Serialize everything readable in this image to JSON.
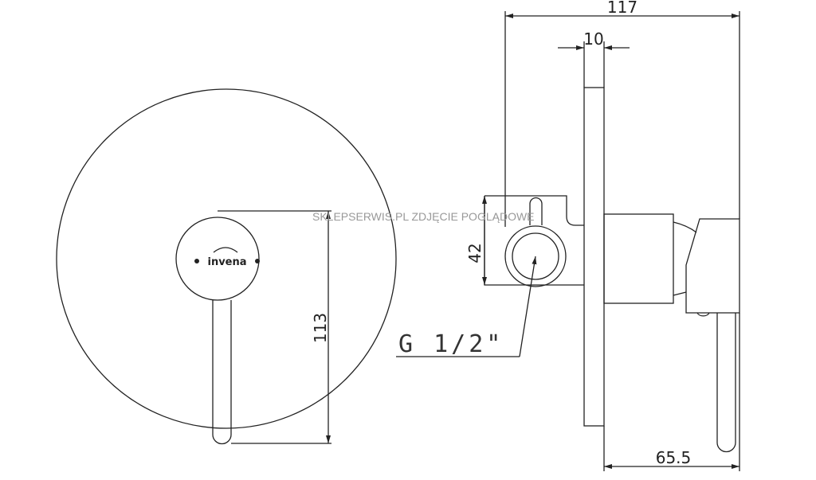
{
  "dimensions": {
    "overall_depth": "117",
    "plate_thickness": "10",
    "height_to_lever": "113",
    "body_height": "42",
    "handle_projection": "65.5"
  },
  "thread_label": "G 1/2\"",
  "logo_text": "invena",
  "watermark": "SKLEPSERWIS.PL ZDJĘCIE POGLĄDOWE"
}
